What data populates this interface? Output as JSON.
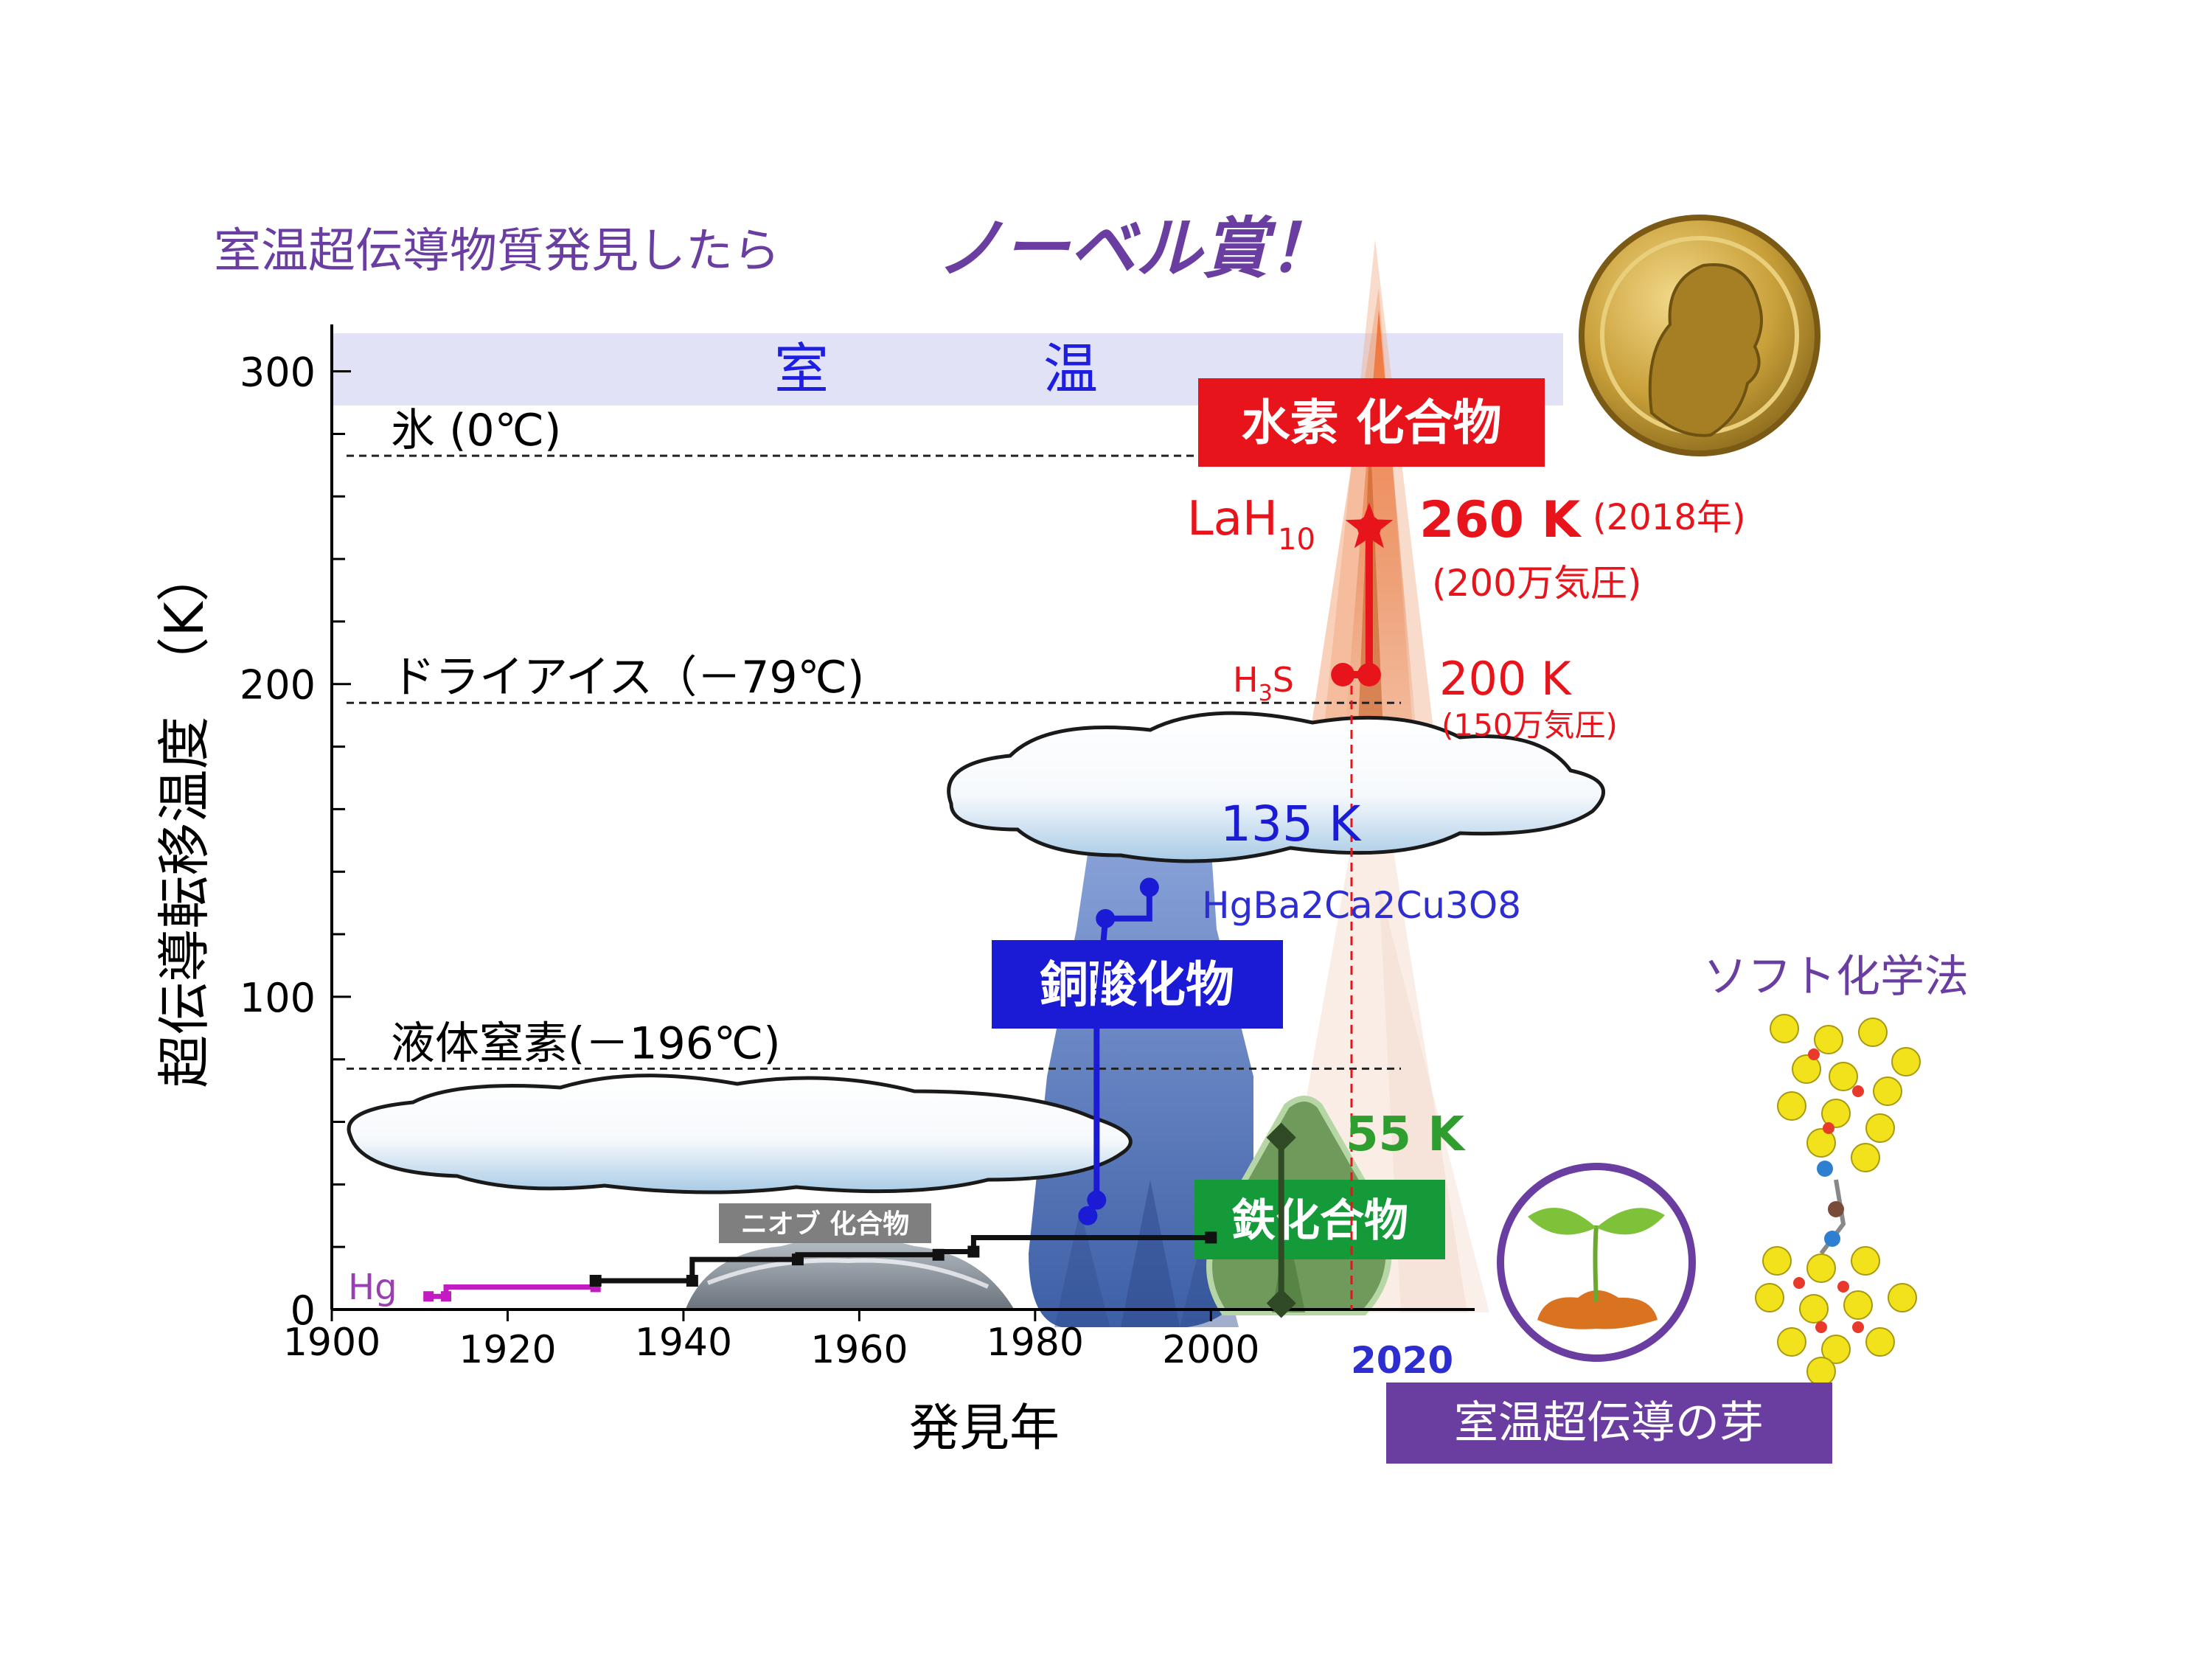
{
  "headline": {
    "prefix": "室温超伝導物質発見したら",
    "emphasis": "ノーベル賞！",
    "color": "#6a3ea1"
  },
  "colors": {
    "hydride": "#e8141c",
    "cuprate": "#1b1bd6",
    "iron": "#159a3a",
    "iron_label": "#2e9e2e",
    "mercury": "#c21bc2",
    "niobium": "#111111",
    "room_band": "#e2e2f7",
    "room_text": "#1e1ee0",
    "purple": "#6a3ea1"
  },
  "room_temp_band": {
    "label_1": "室",
    "label_2": "温"
  },
  "reference_lines": [
    {
      "label": "氷 (0℃)",
      "temp": 273
    },
    {
      "label": "ドライアイス（－79℃)",
      "temp": 194
    },
    {
      "label": "液体窒素(－196℃)",
      "temp": 77
    }
  ],
  "families": {
    "hydride": {
      "label": "水素 化合物"
    },
    "cuprate": {
      "label": "銅酸化物"
    },
    "iron": {
      "label": "鉄化合物"
    },
    "niobium": {
      "label": "ニオブ 化合物"
    }
  },
  "annotations": {
    "lah10_main": "LaH",
    "lah10_sub": "10",
    "t_260": "260 K",
    "year_2018": "(2018年)",
    "pressure_200": "(200万気圧)",
    "h3s_h": "H",
    "h3s_3": "3",
    "h3s_s": "S",
    "t_200": "200 K",
    "pressure_150": "(150万気圧)",
    "t_135": "135 K",
    "hg1223": "HgBa2Ca2Cu3O8",
    "t_55": "55 K",
    "hg": "Hg",
    "year_2020": "2020"
  },
  "soft_chem": {
    "label": "ソフト化学法"
  },
  "sprout_box": {
    "label": "室温超伝導の芽"
  },
  "medal": {
    "icon": "nobel-medal-icon",
    "color": "#c9a03a"
  },
  "chart_data": {
    "type": "line",
    "xlabel": "発見年",
    "ylabel": "超伝導転移温度　（K）",
    "xlim": [
      1900,
      2030
    ],
    "ylim": [
      0,
      315
    ],
    "xticks": [
      1900,
      1920,
      1940,
      1960,
      1980,
      2000
    ],
    "yticks": [
      0,
      100,
      200,
      300
    ],
    "series": [
      {
        "name": "Hg",
        "values": [
          [
            1911,
            4.2
          ],
          [
            1913,
            4.2
          ],
          [
            1913,
            7.2
          ],
          [
            1930,
            7.2
          ]
        ]
      },
      {
        "name": "ニオブ 化合物",
        "values": [
          [
            1930,
            9.2
          ],
          [
            1941,
            9.2
          ],
          [
            1941,
            16
          ],
          [
            1953,
            16
          ],
          [
            1953,
            17.5
          ],
          [
            1969,
            17.5
          ],
          [
            1969,
            18.5
          ],
          [
            1973,
            18.5
          ],
          [
            1973,
            23
          ],
          [
            2000,
            23
          ]
        ]
      },
      {
        "name": "銅酸化物",
        "values": [
          [
            1986,
            30
          ],
          [
            1987,
            35
          ],
          [
            1987,
            93
          ],
          [
            1988,
            125
          ],
          [
            1993,
            125
          ],
          [
            1993,
            135
          ]
        ]
      },
      {
        "name": "鉄化合物",
        "values": [
          [
            2008,
            55
          ],
          [
            2008,
            2
          ],
          [
            2008,
            26
          ],
          [
            2008,
            55
          ]
        ]
      },
      {
        "name": "水素 化合物",
        "values": [
          [
            2015,
            203
          ],
          [
            2018,
            203
          ],
          [
            2018,
            250
          ]
        ]
      }
    ]
  }
}
